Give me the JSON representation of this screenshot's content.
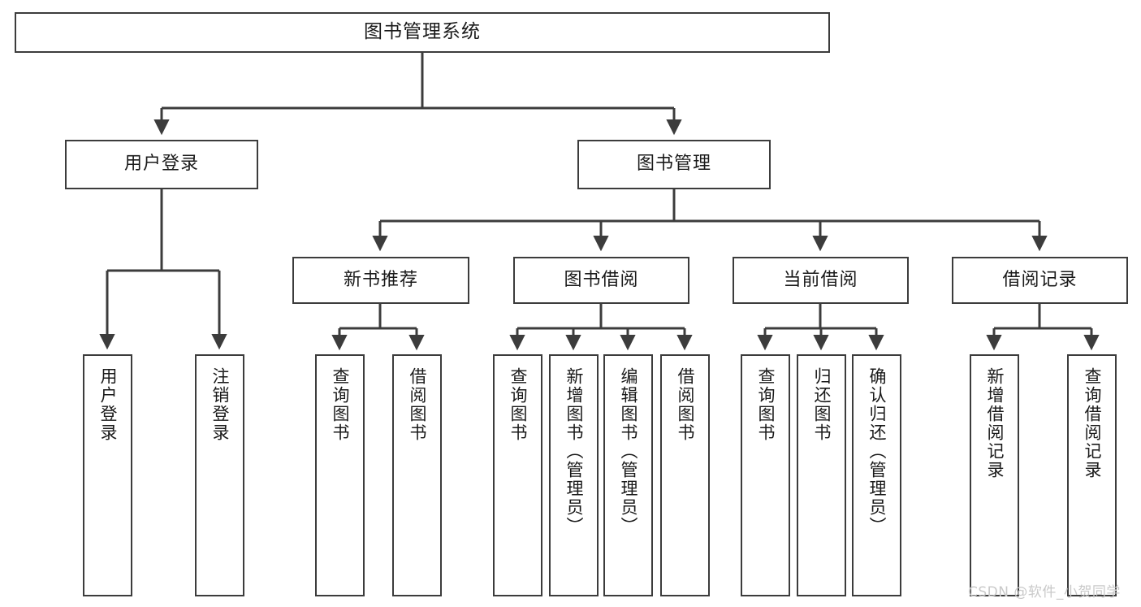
{
  "diagram": {
    "title": "图书管理系统",
    "type": "function-structure-tree",
    "watermark": "CSDN @软件_小贺同学",
    "colors": {
      "background": "#ffffff",
      "node_border": "#3c3c3c",
      "node_fill": "#ffffff",
      "edge": "#3c3c3c",
      "text": "#1a1a1a",
      "watermark": "#c9c9c9"
    },
    "levels": {
      "root": {
        "label": "图书管理系统"
      },
      "level2": [
        {
          "label": "用户登录"
        },
        {
          "label": "图书管理"
        }
      ],
      "level3": [
        {
          "label": "新书推荐"
        },
        {
          "label": "图书借阅"
        },
        {
          "label": "当前借阅"
        },
        {
          "label": "借阅记录"
        }
      ],
      "leaves": {
        "user_login": [
          {
            "label": "用户登录"
          },
          {
            "label": "注销登录"
          }
        ],
        "new_book_recommend": [
          {
            "label": "查询图书"
          },
          {
            "label": "借阅图书"
          }
        ],
        "book_borrow": [
          {
            "label": "查询图书"
          },
          {
            "label": "新增图书（管理员）"
          },
          {
            "label": "编辑图书（管理员）"
          },
          {
            "label": "借阅图书"
          }
        ],
        "current_borrow": [
          {
            "label": "查询图书"
          },
          {
            "label": "归还图书"
          },
          {
            "label": "确认归还（管理员）"
          }
        ],
        "borrow_record": [
          {
            "label": "新增借阅记录"
          },
          {
            "label": "查询借阅记录"
          }
        ]
      }
    }
  }
}
